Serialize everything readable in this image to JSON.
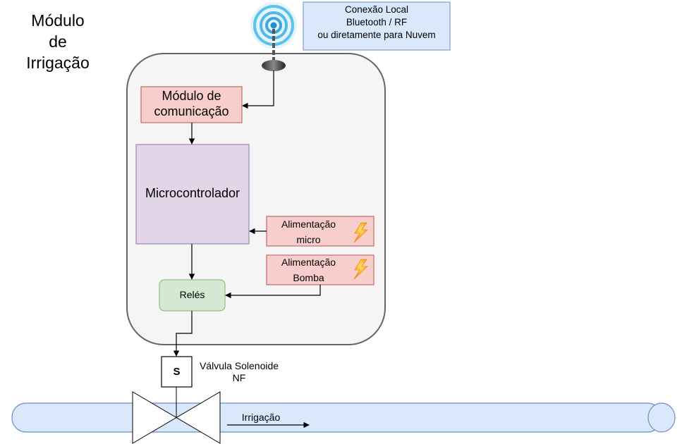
{
  "title_lines": [
    "Módulo",
    "de",
    "Irrigação"
  ],
  "connection_lines": [
    "Conexão Local",
    "Bluetooth / RF",
    "ou diretamente para Nuvem"
  ],
  "comm_module_lines": [
    "Módulo de",
    "comunicação"
  ],
  "microcontroller": "Microcontrolador",
  "power_micro_lines": [
    "Alimentação",
    "micro"
  ],
  "power_pump_lines": [
    "Alimentação",
    "Bomba"
  ],
  "relays": "Relés",
  "solenoid_symbol": "S",
  "valve_lines": [
    "Válvula Solenoide",
    "NF"
  ],
  "flow_label": "Irrigação",
  "icons": [
    "antenna-icon",
    "lightning-icon",
    "lightning-icon"
  ],
  "colors": {
    "module_fill": "#f5f5f5",
    "module_stroke": "#666666",
    "red_fill": "#f8cecc",
    "red_stroke": "#b85450",
    "purple_fill": "#e1d5e7",
    "purple_stroke": "#9673a6",
    "green_fill": "#d5e8d4",
    "green_stroke": "#82b366",
    "blue_fill": "#dae8fc",
    "blue_stroke": "#6c8ebf"
  }
}
